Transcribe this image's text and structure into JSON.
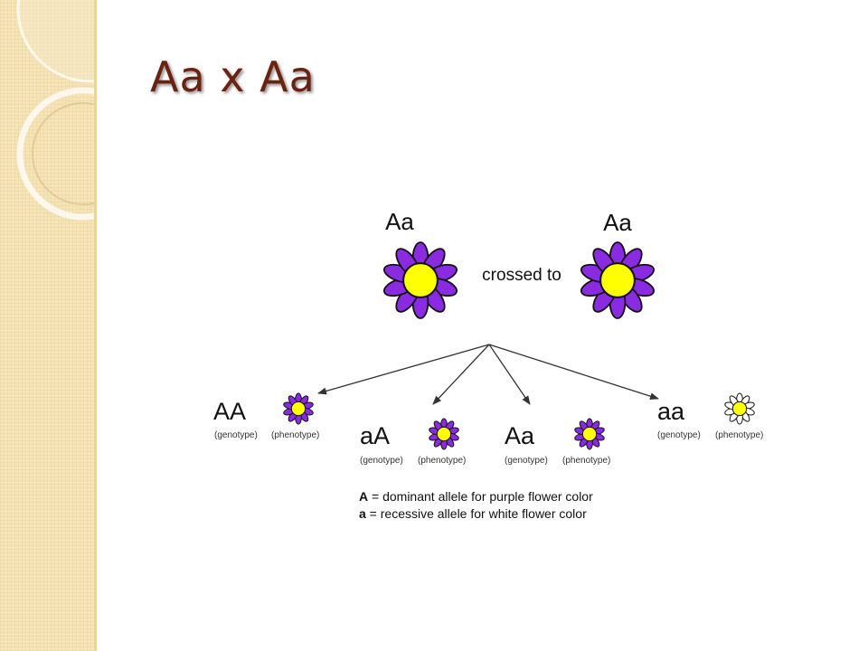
{
  "slide": {
    "title": "Aa x Aa"
  },
  "diagram": {
    "parents": [
      {
        "genotype": "Aa",
        "phenotype_color": "purple"
      },
      {
        "genotype": "Aa",
        "phenotype_color": "purple"
      }
    ],
    "cross_label": "crossed to",
    "offspring": [
      {
        "genotype": "AA",
        "genotype_caption": "(genotype)",
        "phenotype_caption": "(phenotype)",
        "phenotype_color": "purple"
      },
      {
        "genotype": "aA",
        "genotype_caption": "(genotype)",
        "phenotype_caption": "(phenotype)",
        "phenotype_color": "purple"
      },
      {
        "genotype": "Aa",
        "genotype_caption": "(genotype)",
        "phenotype_caption": "(phenotype)",
        "phenotype_color": "purple"
      },
      {
        "genotype": "aa",
        "genotype_caption": "(genotype)",
        "phenotype_caption": "(phenotype)",
        "phenotype_color": "white"
      }
    ],
    "legend": [
      {
        "symbol": "A",
        "text": " = dominant allele for purple flower color"
      },
      {
        "symbol": "a",
        "text": " = recessive allele for white flower color"
      }
    ]
  },
  "colors": {
    "petal_purple": "#8a2be2",
    "petal_white": "#ffffff",
    "flower_center": "#ffff00",
    "title": "#6b2211",
    "sidebar": "#f6e4b6"
  },
  "icons": {
    "flower": "flower-icon"
  }
}
